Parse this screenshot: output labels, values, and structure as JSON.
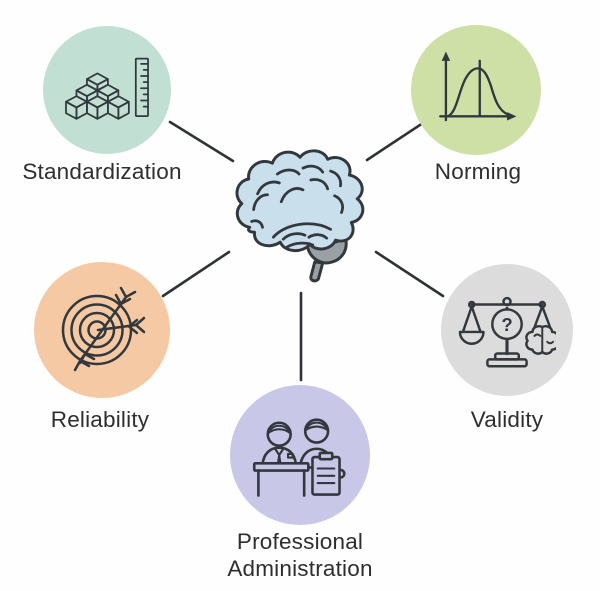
{
  "diagram": {
    "type": "hub-and-spoke concept map",
    "topic": "Psychological test / assessment concepts around a brain",
    "text_color": "#2e2e2e",
    "line_color": "#2e3237"
  },
  "center": {
    "icon": "brain-icon",
    "fill": "#c9dfec",
    "stem_fill": "#9aa0a4",
    "outline": "#33383d"
  },
  "nodes": [
    {
      "id": "standardization",
      "label": "Standardization",
      "color": "#c1dfd2",
      "icon": "stacked-blocks-ruler-icon"
    },
    {
      "id": "norming",
      "label": "Norming",
      "color": "#cfe0a6",
      "icon": "bell-curve-chart-icon"
    },
    {
      "id": "reliability",
      "label": "Reliability",
      "color": "#f4c9a3",
      "icon": "target-arrows-icon"
    },
    {
      "id": "validity",
      "label": "Validity",
      "color": "#dcdcdc",
      "icon": "balance-scale-brain-icon",
      "icon_text": "?"
    },
    {
      "id": "professional-administration",
      "label": "Professional Administration",
      "color": "#c8c7e7",
      "icon": "examiner-clipboard-icon"
    }
  ],
  "connections": [
    [
      "brain",
      "standardization"
    ],
    [
      "brain",
      "norming"
    ],
    [
      "brain",
      "reliability"
    ],
    [
      "brain",
      "validity"
    ],
    [
      "brain",
      "professional-administration"
    ]
  ]
}
